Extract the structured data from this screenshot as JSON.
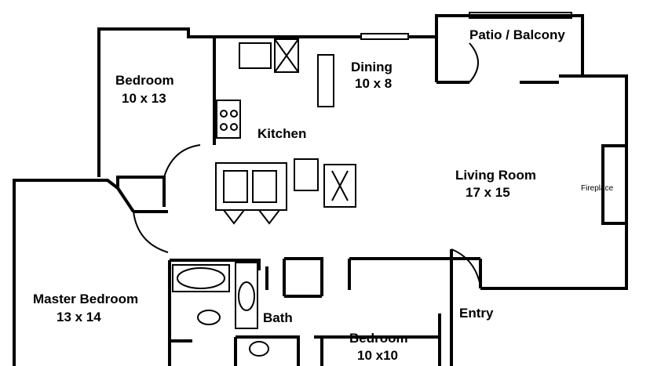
{
  "rooms": [
    {
      "id": "bedroom-1",
      "name": "Bedroom",
      "size": "10 x 13"
    },
    {
      "id": "kitchen",
      "name": "Kitchen",
      "size": ""
    },
    {
      "id": "dining",
      "name": "Dining",
      "size": "10 x 8"
    },
    {
      "id": "patio",
      "name": "Patio / Balcony",
      "size": ""
    },
    {
      "id": "living-room",
      "name": "Living Room",
      "size": "17 x 15"
    },
    {
      "id": "master-bedroom",
      "name": "Master Bedroom",
      "size": "13 x 14"
    },
    {
      "id": "bath",
      "name": "Bath",
      "size": ""
    },
    {
      "id": "bedroom-2",
      "name": "Bedroom",
      "size": "10 x10"
    },
    {
      "id": "entry",
      "name": "Entry",
      "size": ""
    }
  ],
  "fixtures": {
    "fireplace": "Fireplace"
  },
  "colors": {
    "wall": "#000000",
    "background": "#ffffff"
  }
}
